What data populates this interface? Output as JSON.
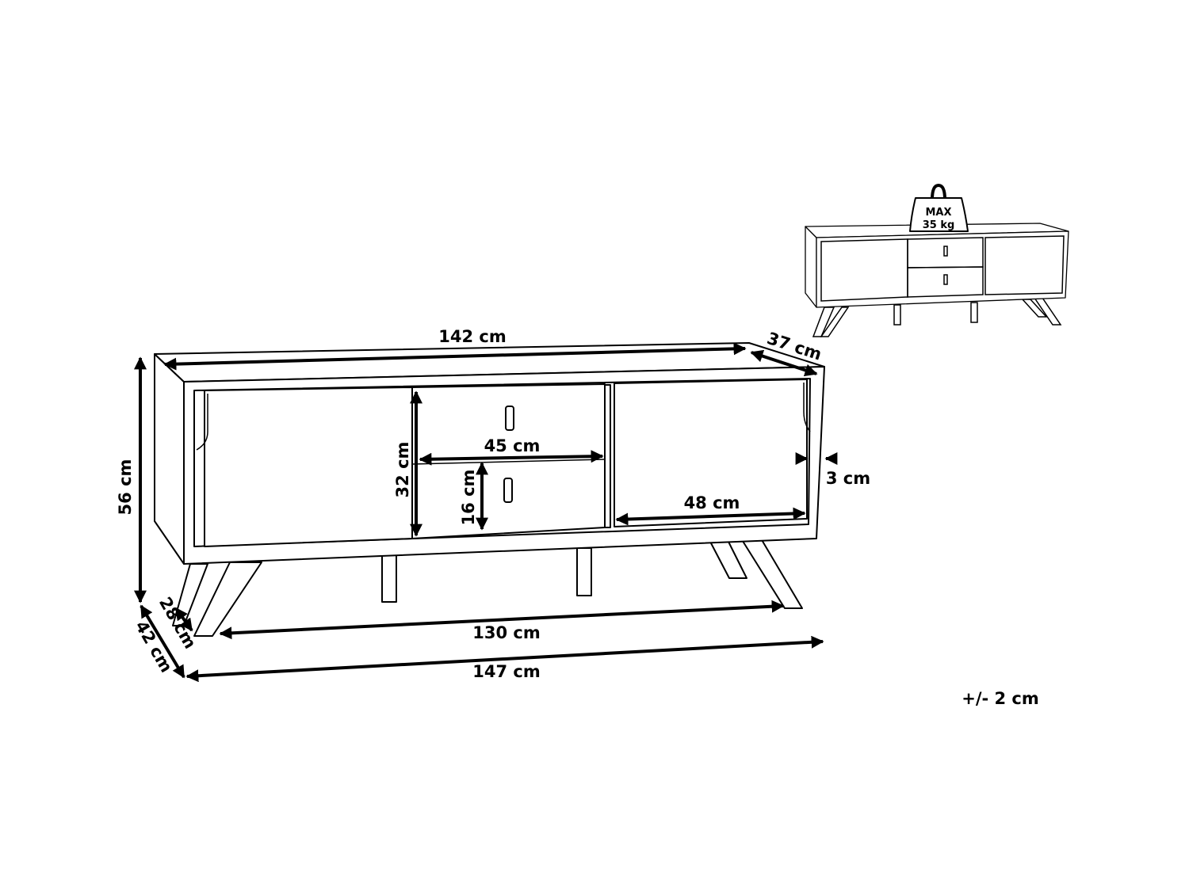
{
  "dimensions": {
    "width_top": "142 cm",
    "depth_top": "37 cm",
    "height_total": "56 cm",
    "compartment_height": "32 cm",
    "drawer_width": "45 cm",
    "drawer_height": "16 cm",
    "door_width": "48 cm",
    "frame_thickness": "3 cm",
    "leg_depth_inner": "28 cm",
    "leg_depth_outer": "42 cm",
    "leg_span_inner": "130 cm",
    "leg_span_outer": "147 cm"
  },
  "tolerance": "+/- 2 cm",
  "max_load": {
    "line1": "MAX",
    "line2": "35 kg"
  }
}
